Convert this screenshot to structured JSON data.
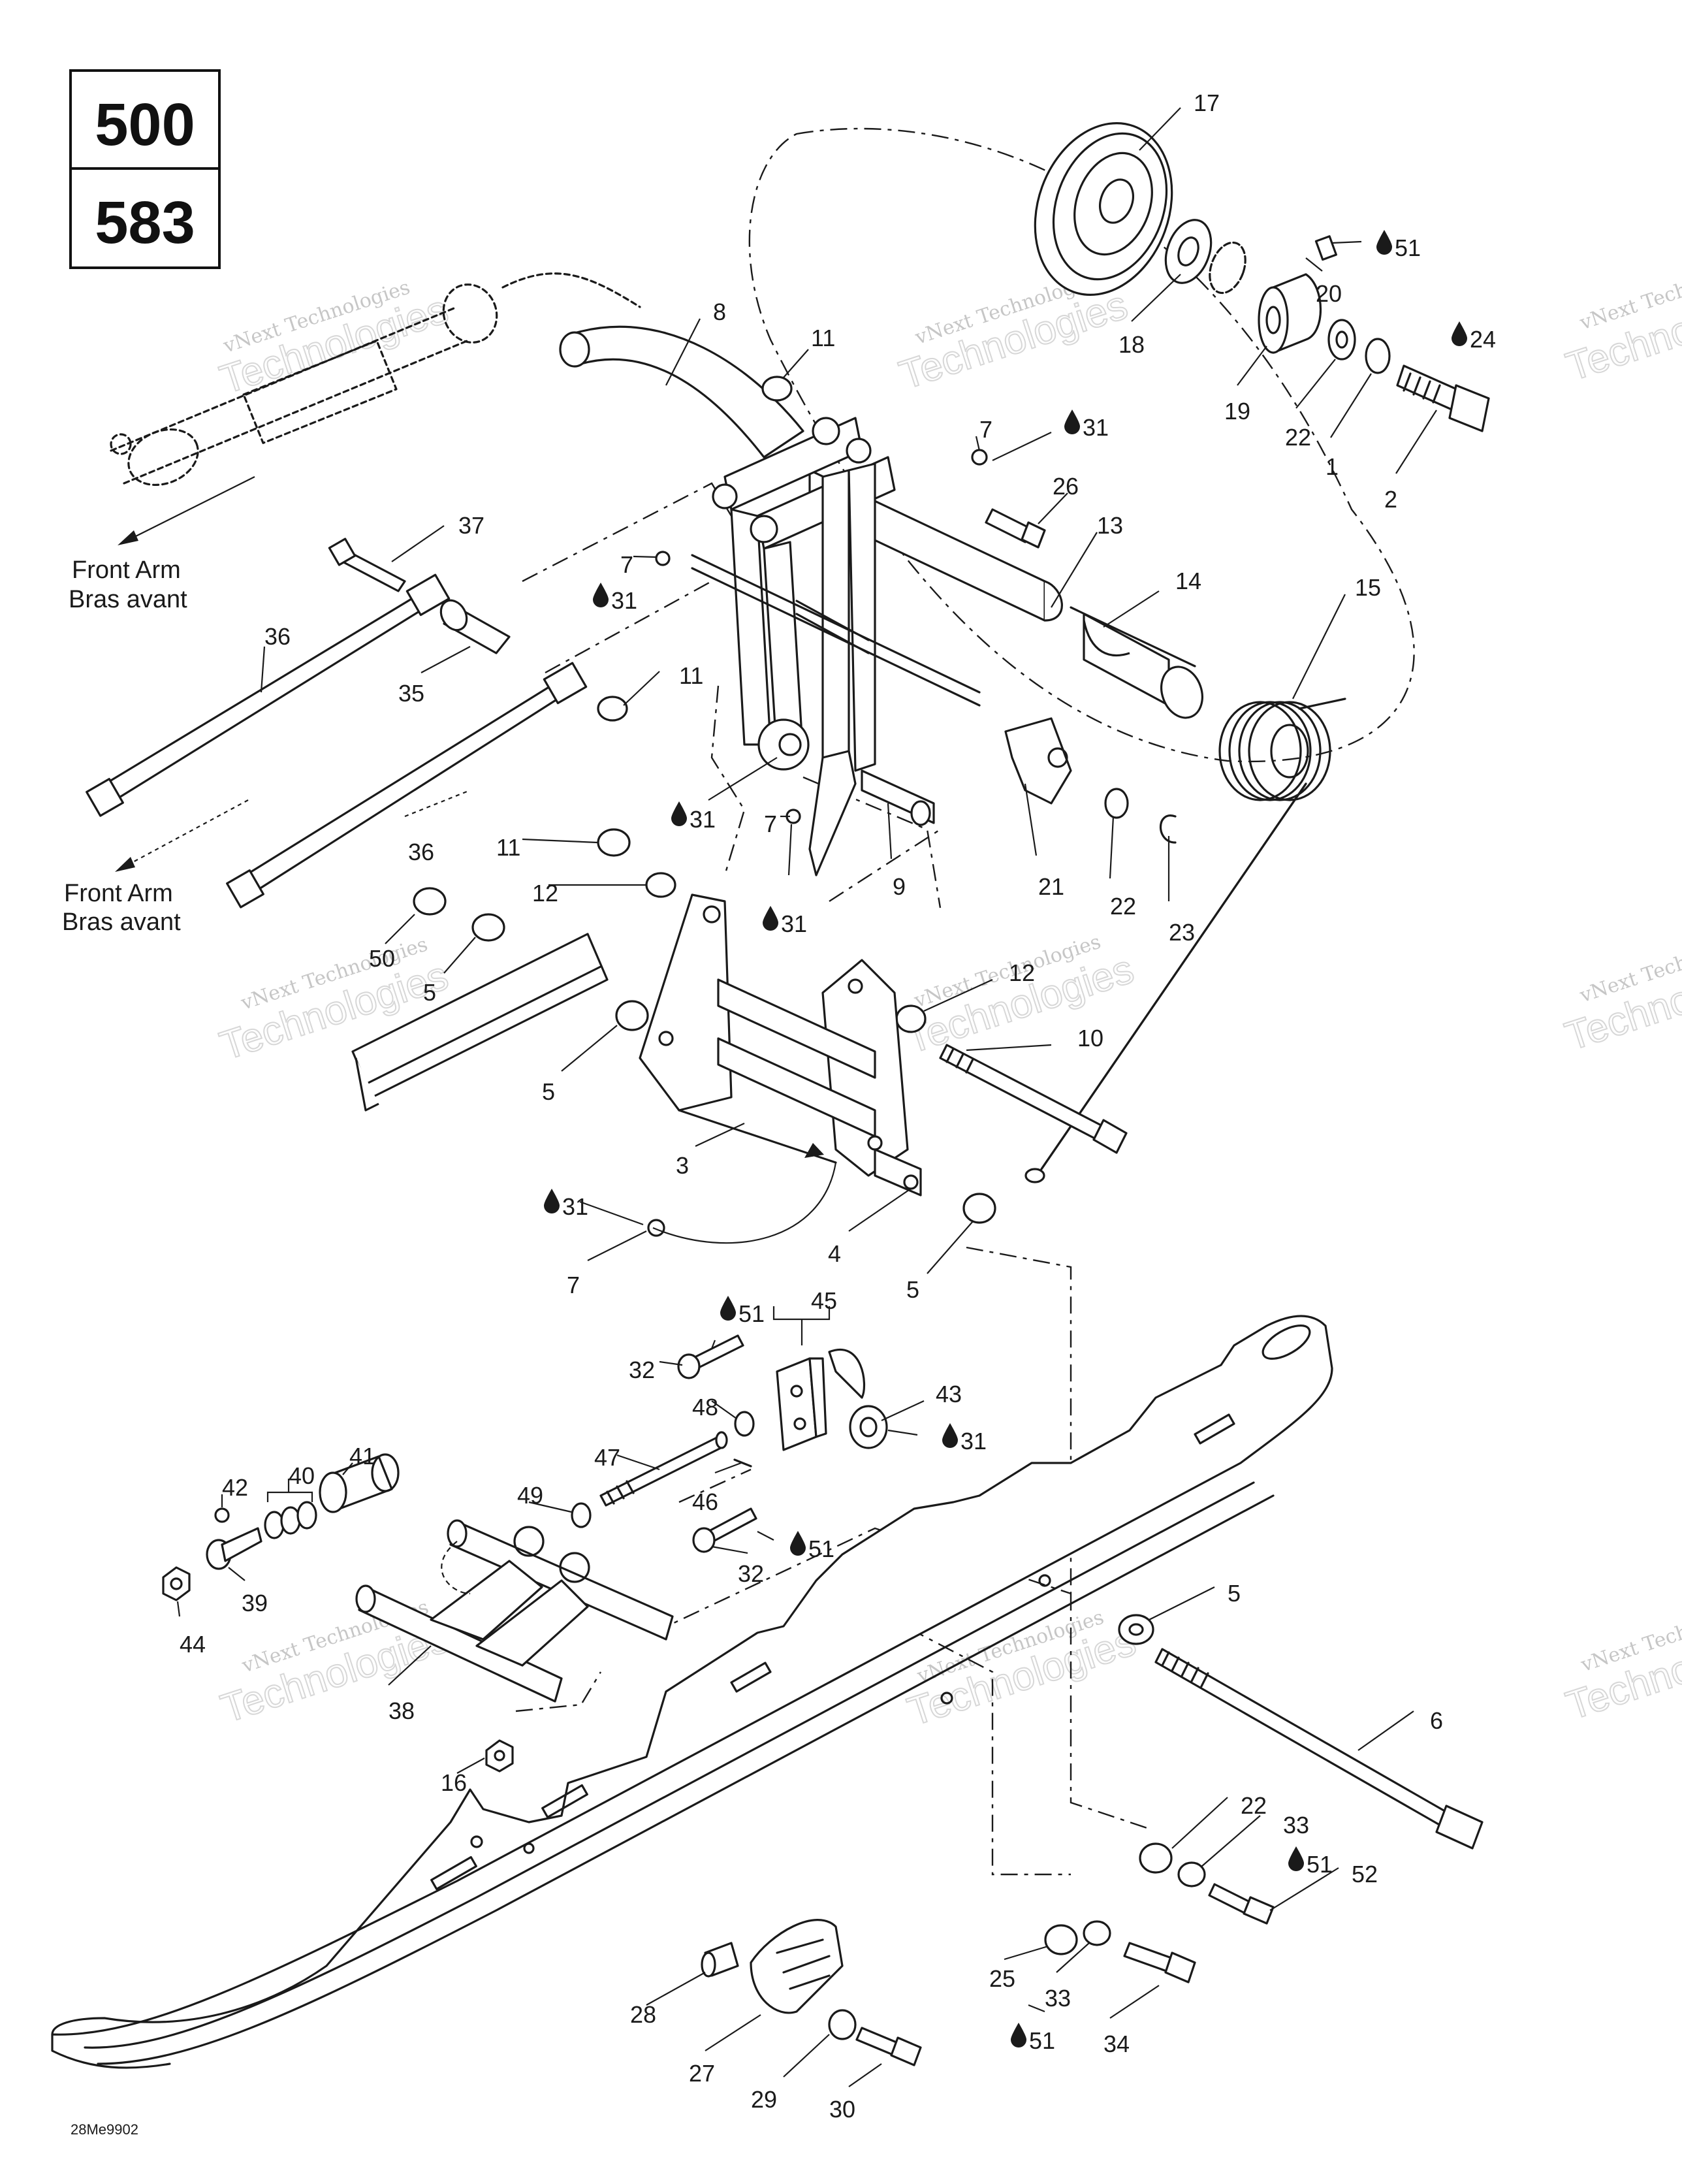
{
  "model_box": {
    "top": "500",
    "bottom": "583"
  },
  "notes": {
    "front_arm_1": {
      "en": "Front Arm",
      "fr": "Bras avant"
    },
    "front_arm_2": {
      "en": "Front Arm",
      "fr": "Bras avant"
    }
  },
  "figure_code": "28Me9902",
  "watermark": {
    "line1": "vNext Technologies",
    "line2": "Technologies"
  },
  "callouts": [
    {
      "id": "c17",
      "label": "17",
      "drop": false
    },
    {
      "id": "c51a",
      "label": "51",
      "drop": true
    },
    {
      "id": "c20",
      "label": "20",
      "drop": false
    },
    {
      "id": "c24",
      "label": "24",
      "drop": true
    },
    {
      "id": "c8",
      "label": "8",
      "drop": false
    },
    {
      "id": "c11a",
      "label": "11",
      "drop": false
    },
    {
      "id": "c18",
      "label": "18",
      "drop": false
    },
    {
      "id": "c19",
      "label": "19",
      "drop": false
    },
    {
      "id": "c22a",
      "label": "22",
      "drop": false
    },
    {
      "id": "c1",
      "label": "1",
      "drop": false
    },
    {
      "id": "c2",
      "label": "2",
      "drop": false
    },
    {
      "id": "c7a",
      "label": "7",
      "drop": false
    },
    {
      "id": "c31a",
      "label": "31",
      "drop": true
    },
    {
      "id": "c26",
      "label": "26",
      "drop": false
    },
    {
      "id": "c13",
      "label": "13",
      "drop": false
    },
    {
      "id": "c37",
      "label": "37",
      "drop": false
    },
    {
      "id": "c7b",
      "label": "7",
      "drop": false
    },
    {
      "id": "c31b",
      "label": "31",
      "drop": true
    },
    {
      "id": "c14",
      "label": "14",
      "drop": false
    },
    {
      "id": "c15",
      "label": "15",
      "drop": false
    },
    {
      "id": "c36a",
      "label": "36",
      "drop": false
    },
    {
      "id": "c35",
      "label": "35",
      "drop": false
    },
    {
      "id": "c11b",
      "label": "11",
      "drop": false
    },
    {
      "id": "c31c",
      "label": "31",
      "drop": true
    },
    {
      "id": "c7c",
      "label": "7",
      "drop": false
    },
    {
      "id": "c9",
      "label": "9",
      "drop": false
    },
    {
      "id": "c21",
      "label": "21",
      "drop": false
    },
    {
      "id": "c22b",
      "label": "22",
      "drop": false
    },
    {
      "id": "c23",
      "label": "23",
      "drop": false
    },
    {
      "id": "c36b",
      "label": "36",
      "drop": false
    },
    {
      "id": "c11c",
      "label": "11",
      "drop": false
    },
    {
      "id": "c12a",
      "label": "12",
      "drop": false
    },
    {
      "id": "c31d",
      "label": "31",
      "drop": true
    },
    {
      "id": "c50",
      "label": "50",
      "drop": false
    },
    {
      "id": "c5a",
      "label": "5",
      "drop": false
    },
    {
      "id": "c12b",
      "label": "12",
      "drop": false
    },
    {
      "id": "c10",
      "label": "10",
      "drop": false
    },
    {
      "id": "c5b",
      "label": "5",
      "drop": false
    },
    {
      "id": "c3",
      "label": "3",
      "drop": false
    },
    {
      "id": "c31e",
      "label": "31",
      "drop": true
    },
    {
      "id": "c4",
      "label": "4",
      "drop": false
    },
    {
      "id": "c7d",
      "label": "7",
      "drop": false
    },
    {
      "id": "c5c",
      "label": "5",
      "drop": false
    },
    {
      "id": "c51b",
      "label": "51",
      "drop": true
    },
    {
      "id": "c45",
      "label": "45",
      "drop": false
    },
    {
      "id": "c32a",
      "label": "32",
      "drop": false
    },
    {
      "id": "c43",
      "label": "43",
      "drop": false
    },
    {
      "id": "c48",
      "label": "48",
      "drop": false
    },
    {
      "id": "c31f",
      "label": "31",
      "drop": true
    },
    {
      "id": "c41",
      "label": "41",
      "drop": false
    },
    {
      "id": "c47",
      "label": "47",
      "drop": false
    },
    {
      "id": "c42",
      "label": "42",
      "drop": false
    },
    {
      "id": "c40",
      "label": "40",
      "drop": false
    },
    {
      "id": "c49",
      "label": "49",
      "drop": false
    },
    {
      "id": "c46",
      "label": "46",
      "drop": false
    },
    {
      "id": "c51c",
      "label": "51",
      "drop": true
    },
    {
      "id": "c32b",
      "label": "32",
      "drop": false
    },
    {
      "id": "c39",
      "label": "39",
      "drop": false
    },
    {
      "id": "c44",
      "label": "44",
      "drop": false
    },
    {
      "id": "c5d",
      "label": "5",
      "drop": false
    },
    {
      "id": "c38",
      "label": "38",
      "drop": false
    },
    {
      "id": "c6",
      "label": "6",
      "drop": false
    },
    {
      "id": "c16",
      "label": "16",
      "drop": false
    },
    {
      "id": "c22c",
      "label": "22",
      "drop": false
    },
    {
      "id": "c33a",
      "label": "33",
      "drop": false
    },
    {
      "id": "c51d",
      "label": "51",
      "drop": true
    },
    {
      "id": "c52",
      "label": "52",
      "drop": false
    },
    {
      "id": "c25",
      "label": "25",
      "drop": false
    },
    {
      "id": "c33b",
      "label": "33",
      "drop": false
    },
    {
      "id": "c28",
      "label": "28",
      "drop": false
    },
    {
      "id": "c51e",
      "label": "51",
      "drop": true
    },
    {
      "id": "c34",
      "label": "34",
      "drop": false
    },
    {
      "id": "c27",
      "label": "27",
      "drop": false
    },
    {
      "id": "c29",
      "label": "29",
      "drop": false
    },
    {
      "id": "c30",
      "label": "30",
      "drop": false
    }
  ]
}
